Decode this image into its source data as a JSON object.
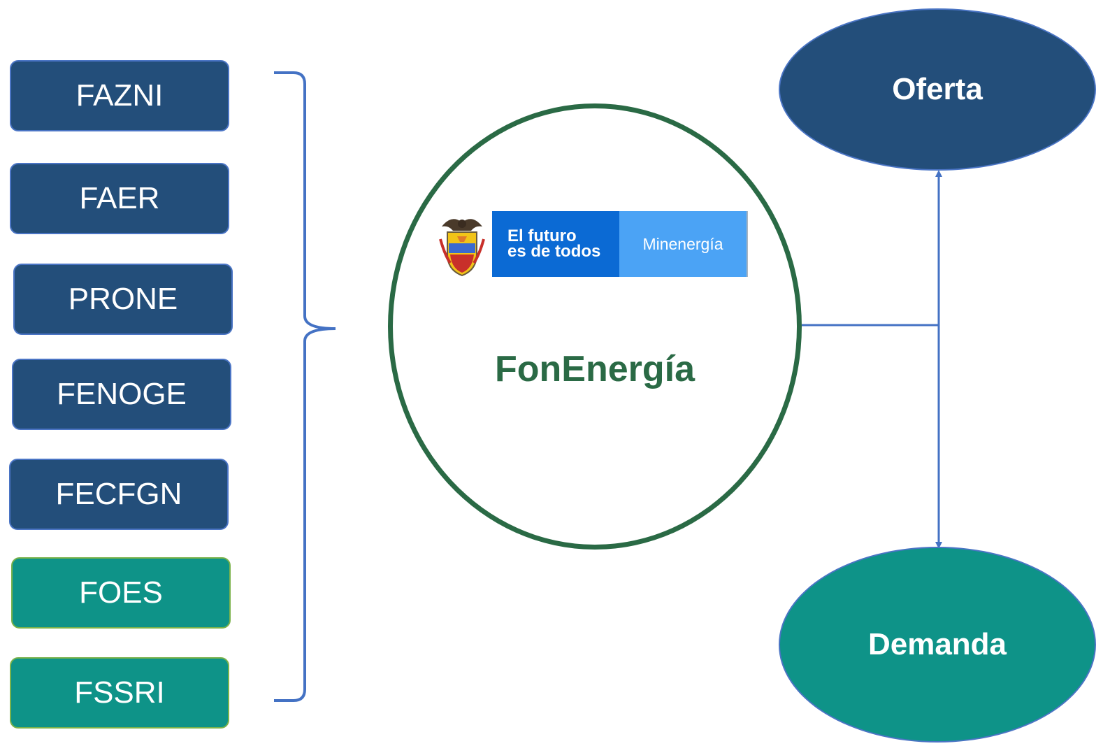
{
  "funds": [
    {
      "label": "FAZNI",
      "group": "supply"
    },
    {
      "label": "FAER",
      "group": "supply"
    },
    {
      "label": "PRONE",
      "group": "supply"
    },
    {
      "label": "FENOGE",
      "group": "supply"
    },
    {
      "label": "FECFGN",
      "group": "supply"
    },
    {
      "label": "FOES",
      "group": "demand"
    },
    {
      "label": "FSSRI",
      "group": "demand"
    }
  ],
  "center": {
    "title": "FonEnergía",
    "logo": {
      "line1": "El futuro",
      "line2": "es de todos",
      "ministry": "Minenergía"
    }
  },
  "outcomes": {
    "supply": "Oferta",
    "demand": "Demanda"
  },
  "colors": {
    "supply_fill": "#234e7a",
    "demand_fill": "#0e9388",
    "connector": "#4472c4",
    "circle": "#2a6a45"
  }
}
